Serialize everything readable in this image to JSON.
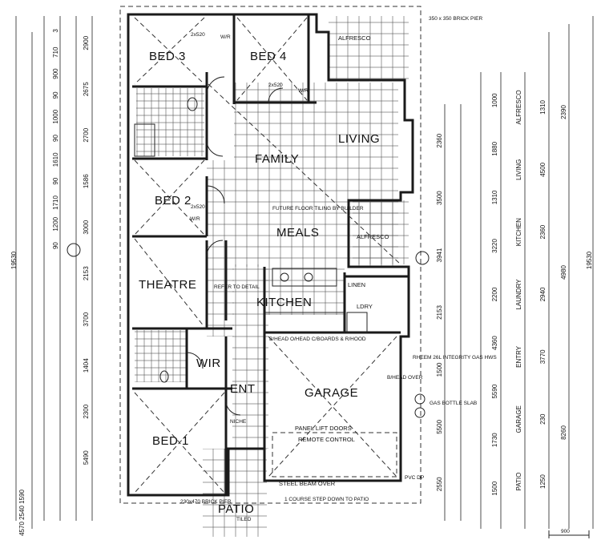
{
  "rooms": {
    "bed3": "BED 3",
    "bed4": "BED 4",
    "alfresco_top": "ALFRESCO",
    "family": "FAMILY",
    "living": "LIVING",
    "bed2": "BED 2",
    "meals": "MEALS",
    "alfresco_right": "ALFRESCO",
    "theatre": "THEATRE",
    "kitchen": "KITCHEN",
    "laundry": "LDRY",
    "wir": "WIR",
    "ent": "ENT",
    "garage": "GARAGE",
    "bed1": "BED 1",
    "patio": "PATIO",
    "linen": "LINEN"
  },
  "notes": {
    "brick_pier_top": "350 x 350 BRICK PIER",
    "rheem": "RHEEM 26L INTEGRITY GAS HWS",
    "gas_bottle": "GAS BOTTLE SLAB",
    "panel_lift": "PANEL LIFT DOORS",
    "remote": "REMOTE CONTROL",
    "steel_beam": "STEEL BEAM OVER",
    "brick_pier_bottom": "230x470 BRICK PIER",
    "course_step": "1 COURSE STEP DOWN TO PATIO",
    "bhead_kitchen": "B/HEAD O/HEAD C/BOARDS & R/HOOD",
    "future_floor": "FUTURE FLOOR TILING BY BUILDER",
    "bhead_over": "B/HEAD OVER",
    "refer": "REFER TO DETAIL",
    "wr": "W/R",
    "robe": "2x520",
    "dp": "PVC DP",
    "tiled": "TILED",
    "niche": "NICHE",
    "scale": "900"
  },
  "dims_left_outer": [
    "2900",
    "2675",
    "2700",
    "1586",
    "3000",
    "2153",
    "3700",
    "1404",
    "2300",
    "5490"
  ],
  "dims_left_mid": [
    "3",
    "710",
    "900",
    "90",
    "1000",
    "90",
    "1610",
    "90",
    "1710",
    "1200",
    "90"
  ],
  "dims_left_total": "19530",
  "dims_right_inner": [
    "1000",
    "1880",
    "1310",
    "3220",
    "2200",
    "4360",
    "5590",
    "1730",
    "1500"
  ],
  "dims_right_mid": [
    "1310",
    "4500",
    "2360",
    "2940",
    "3770",
    "230",
    "1250"
  ],
  "dims_right_outer": [
    "2390",
    "4980",
    "8260"
  ],
  "dims_right_total": "19530",
  "dims_right_labels": [
    "ALFRESCO",
    "LIVING",
    "KITCHEN",
    "LAUNDRY",
    "ENTRY",
    "GARAGE",
    "PATIO"
  ],
  "dims_mid_right": [
    "2360",
    "3500",
    "3941",
    "2153",
    "1500",
    "5500",
    "2550"
  ],
  "dims_bottom_left": [
    "1590",
    "2540",
    "4570"
  ]
}
